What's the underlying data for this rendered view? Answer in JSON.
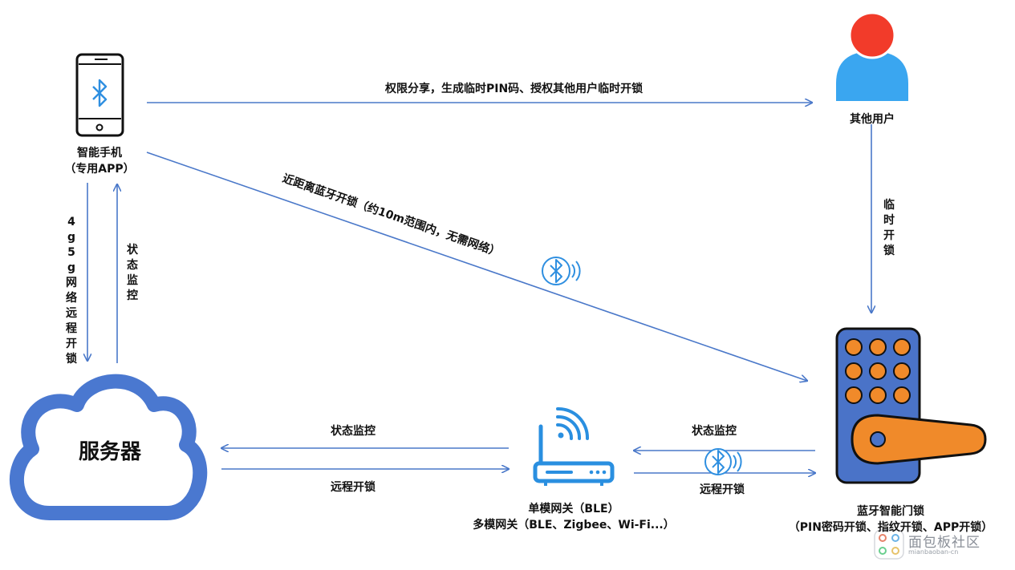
{
  "nodes": {
    "phone": {
      "line1": "智能手机",
      "line2": "（专用APP）"
    },
    "other_user": {
      "label": "其他用户"
    },
    "server": {
      "label": "服务器"
    },
    "gateway": {
      "line1": "单模网关（BLE）",
      "line2": "多模网关（BLE、Zigbee、Wi-Fi...）"
    },
    "lock": {
      "line1": "蓝牙智能门锁",
      "line2": "（PIN密码开锁、指纹开锁、APP开锁）"
    }
  },
  "edges": {
    "share": "权限分享，生成临时PIN码、授权其他用户临时开锁",
    "temp_unlock": "临时开锁",
    "ble_near": "近距离蓝牙开锁（约10m范围内，无需网络）",
    "remote_4g": "4g5g网络远程开锁",
    "status_phone": "状态监控",
    "status_server": "状态监控",
    "remote_server": "远程开锁",
    "status_lock": "状态监控",
    "remote_lock": "远程开锁"
  },
  "watermark": {
    "text": "面包板社区",
    "sub": "mianbaoban-cn"
  },
  "colors": {
    "arrow": "#4a78c9",
    "cloud": "#4a78d0",
    "phone_outline": "#111111",
    "bluetooth": "#2f8fe0",
    "user_head": "#f23b2a",
    "user_body": "#3aa6f0",
    "lock_body": "#4a73c8",
    "lock_keys": "#f08a2a",
    "router": "#2a8fe0"
  }
}
